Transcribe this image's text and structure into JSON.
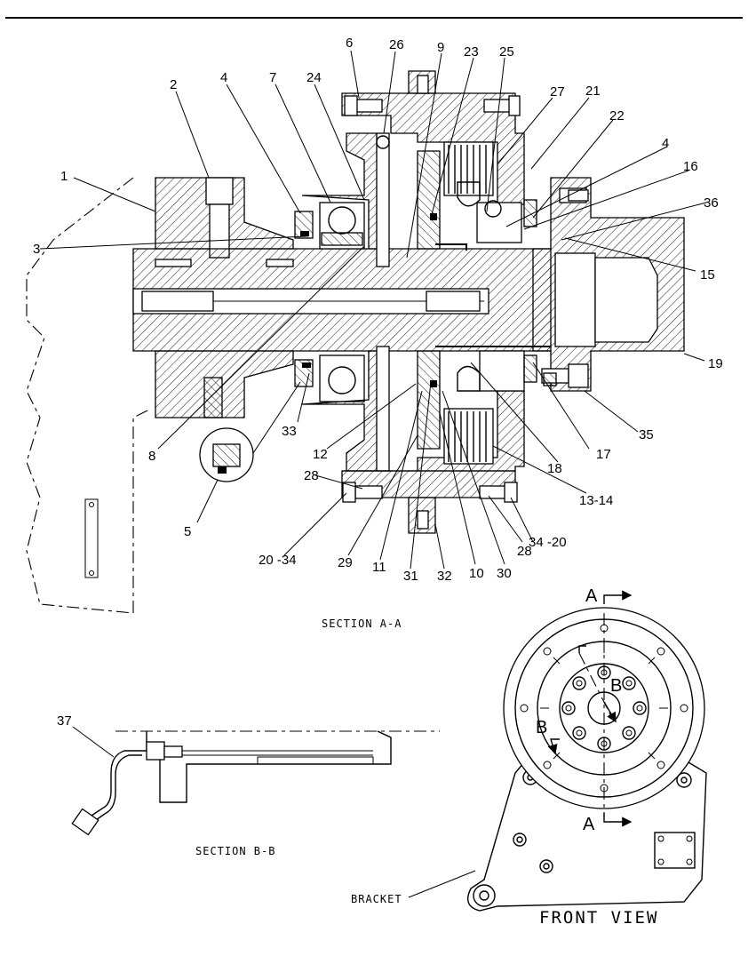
{
  "diagram": {
    "part_labels": {
      "p1": "1",
      "p2": "2",
      "p3": "3",
      "p4a": "4",
      "p4b": "4",
      "p5": "5",
      "p6": "6",
      "p7": "7",
      "p8": "8",
      "p9": "9",
      "p10": "10",
      "p11": "11",
      "p12": "12",
      "p13_14": "13-14",
      "p15": "15",
      "p16": "16",
      "p17": "17",
      "p18": "18",
      "p19": "19",
      "p20_34": "20 -34",
      "p21": "21",
      "p22": "22",
      "p23": "23",
      "p24": "24",
      "p25": "25",
      "p26": "26",
      "p27": "27",
      "p28a": "28",
      "p28b": "28",
      "p29": "29",
      "p30": "30",
      "p31": "31",
      "p32": "32",
      "p33": "33",
      "p34_20": "34 -20",
      "p35": "35",
      "p36": "36",
      "p37": "37"
    },
    "captions": {
      "section_aa": "SECTION A-A",
      "section_bb": "SECTION B-B",
      "bracket": "BRACKET",
      "front_view": "FRONT VIEW"
    },
    "section_marks": {
      "a_top": "A",
      "a_bottom": "A",
      "b_left": "B",
      "b_center": "B"
    }
  }
}
